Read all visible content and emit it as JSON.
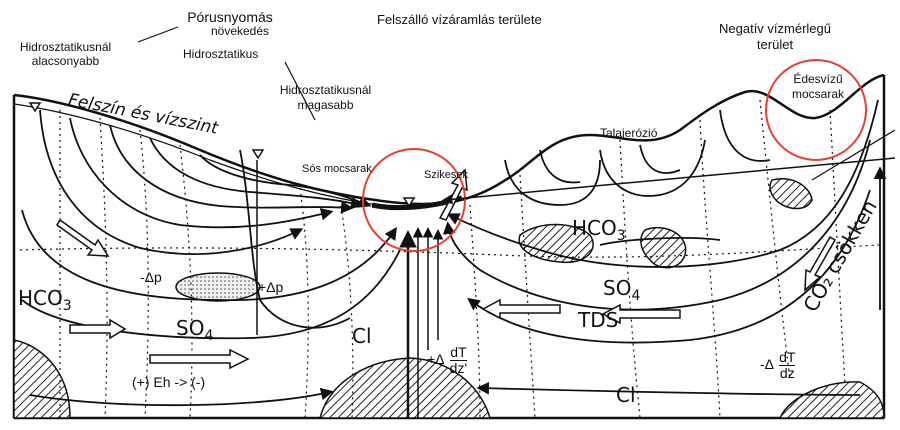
{
  "labels": {
    "porus_title": "Pórusnyomás",
    "porus_sub": "növekedés",
    "hidro_low_1": "Hidrosztatikusnál",
    "hidro_low_2": "alacsonyabb",
    "hidro": "Hidrosztatikus",
    "hidro_high_1": "Hidrosztatikusnál",
    "hidro_high_2": "magasabb",
    "upwelling": "Felszálló vízáramlás területe",
    "negativ_1": "Negatív vízmérlegű",
    "negativ_2": "terület",
    "edesvizu_1": "Édesvízű",
    "edesvizu_2": "mocsarak",
    "felszin": "Felszín és vízszint",
    "talajerozio": "Talajerózió",
    "sos_mocsarak": "Sós mocsarak",
    "szikesek": "Szikesek",
    "hco3_left": "HCO",
    "hco3_right": "HCO",
    "sub3": "3",
    "so4_left": "SO",
    "so4_right": "SO",
    "sub4": "4",
    "cl_mid": "Cl",
    "cl_bottom": "Cl",
    "tds": "TDS",
    "co2": "CO₂ csökken",
    "eh": "(+) Eh -> (-)",
    "minus_dp": "-Δp",
    "plus_dp": "+Δp",
    "plus_delta": "+Δ",
    "minus_delta": "-Δ",
    "dT": "dT",
    "dz": "dz",
    "dz_prime": "dz'"
  },
  "colors": {
    "ink": "#111111",
    "highlight_circle": "#e8412b",
    "hatch": "#222222",
    "background": "#ffffff"
  }
}
